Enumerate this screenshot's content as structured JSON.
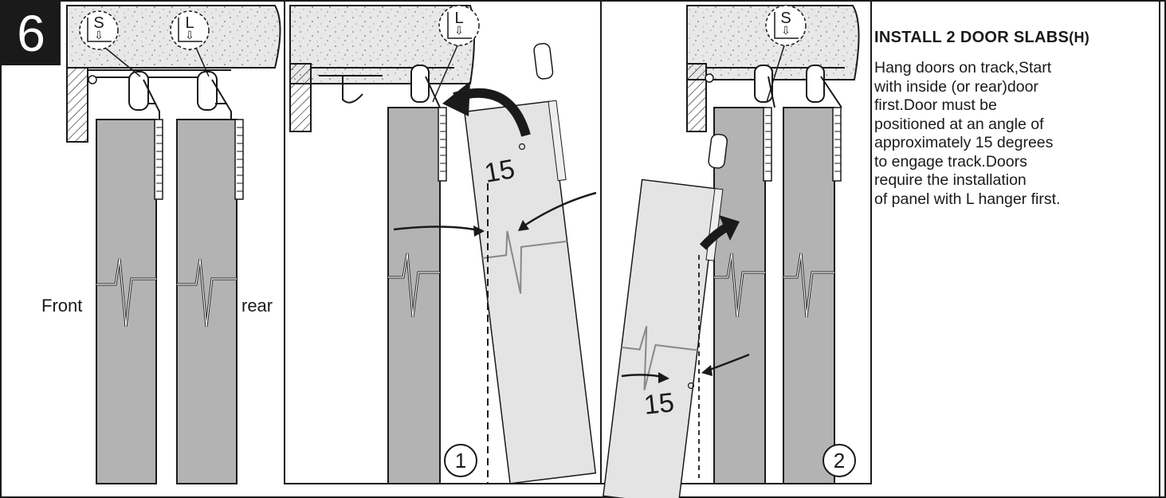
{
  "step_number": "6",
  "title": "INSTALL 2 DOOR SLABS",
  "title_suffix": "(H)",
  "instructions": [
    "Hang doors on track,Start",
    "with inside (or rear)door",
    "first.Door must be",
    "positioned at an angle of",
    "approximately 15 degrees",
    "to engage track.Doors",
    "require the installation",
    "of panel with L hanger first."
  ],
  "labels": {
    "front": "Front",
    "rear": "rear"
  },
  "hanger_marks": {
    "short": "S",
    "long": "L",
    "arrow": "⇩"
  },
  "angle_marks": {
    "step1": "15",
    "step2": "15"
  },
  "sub_steps": {
    "first": "1",
    "second": "2"
  },
  "colors": {
    "door_grey": "#b3b3b3",
    "door_light": "#e4e4e4",
    "outline": "#1a1a1a",
    "ceiling": "#e6e6e6"
  }
}
